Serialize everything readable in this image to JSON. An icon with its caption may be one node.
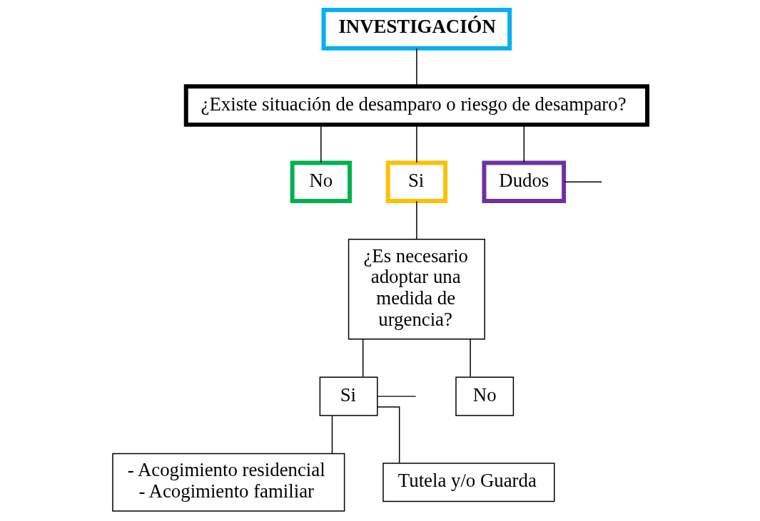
{
  "diagram": {
    "nodes": [
      {
        "text": [
          "INVESTIGACIÓN"
        ]
      },
      {
        "text": [
          "¿Existe situación de desamparo o riesgo de desamparo?"
        ]
      },
      {
        "text": [
          "No"
        ]
      },
      {
        "text": [
          "Si"
        ]
      },
      {
        "text": [
          "Dudos"
        ]
      },
      {
        "text": [
          "¿Es necesario adoptar una medida de urgencia?"
        ]
      },
      {
        "text": [
          "Si"
        ]
      },
      {
        "text": [
          "No"
        ]
      },
      {
        "text": [
          "- Acogimiento residencial",
          "- Acogimiento familiar"
        ]
      },
      {
        "text": [
          "Tutela y/o Guarda"
        ]
      }
    ],
    "edges": [
      {
        "from": 0,
        "to": 1,
        "arrow": "none"
      },
      {
        "from": 1,
        "to": 2,
        "arrow": "none"
      },
      {
        "from": 1,
        "to": 3,
        "arrow": "none"
      },
      {
        "from": 1,
        "to": 4,
        "arrow": "none"
      },
      {
        "from": 4,
        "to": null,
        "arrow": "none"
      },
      {
        "from": 3,
        "to": 5,
        "arrow": "none"
      },
      {
        "from": 5,
        "to": 6,
        "arrow": "none"
      },
      {
        "from": 5,
        "to": 7,
        "arrow": "none"
      },
      {
        "from": 6,
        "to": 8,
        "arrow": "none"
      },
      {
        "from": 6,
        "to": 9,
        "arrow": "none"
      },
      {
        "from": 6,
        "to": null,
        "arrow": "none"
      }
    ]
  }
}
